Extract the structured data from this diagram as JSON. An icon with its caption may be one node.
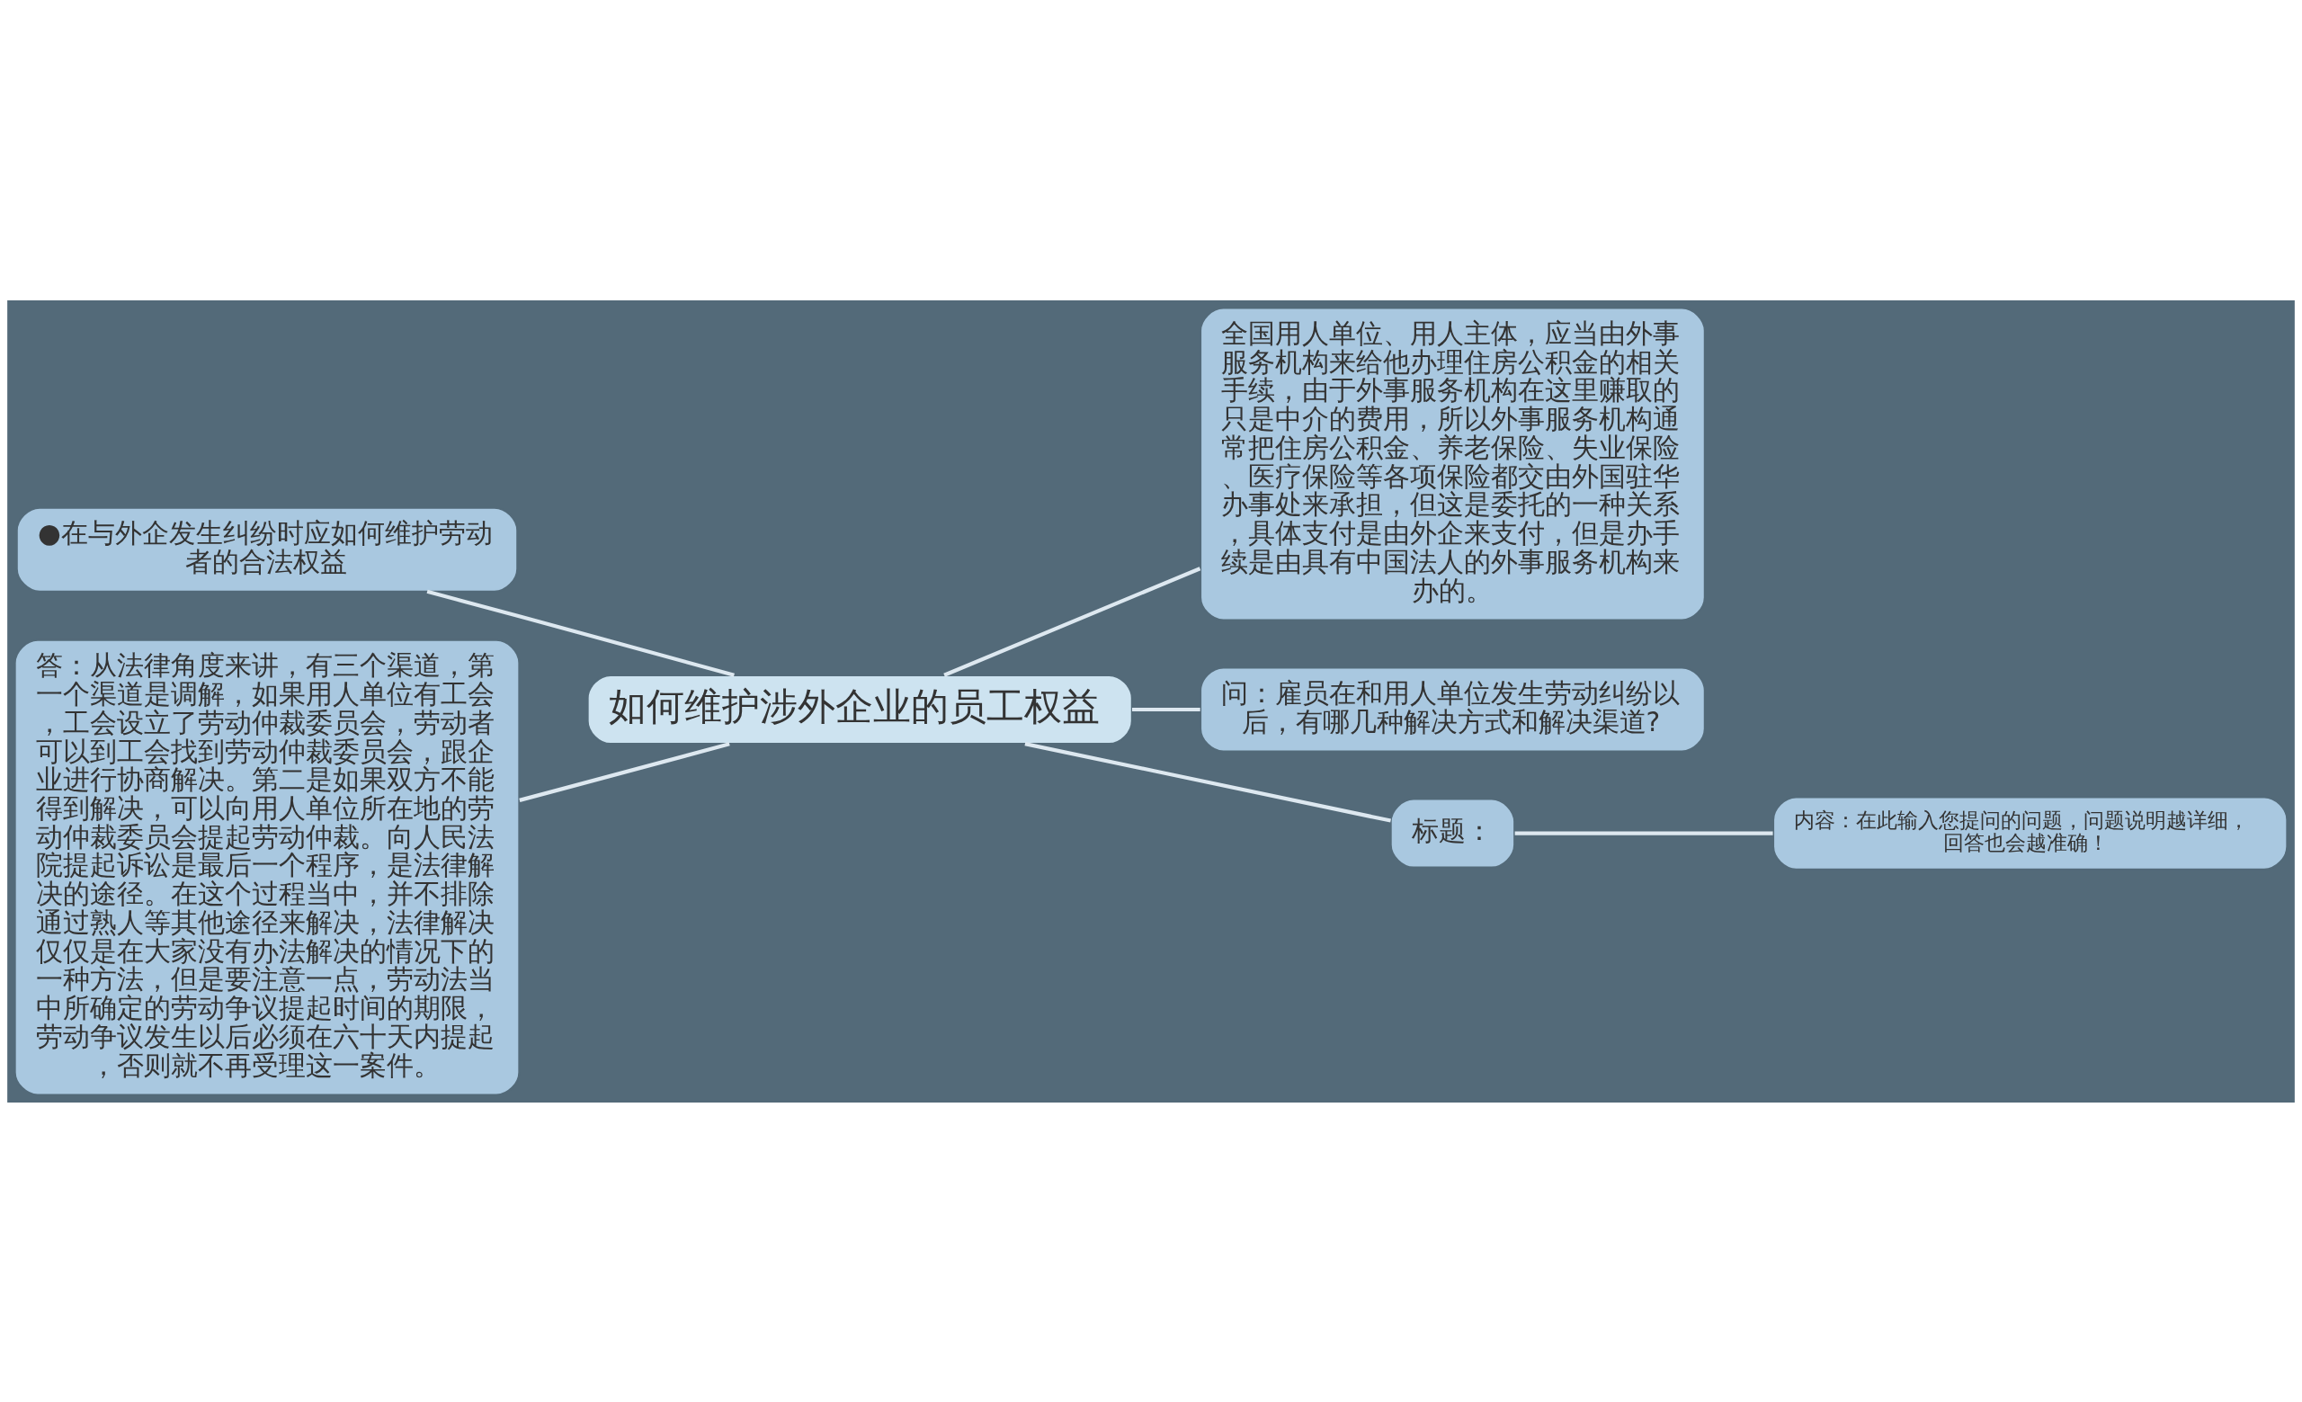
{
  "diagram": {
    "nodes": [
      {
        "text": [
          "如何维护涉外企业的员工权益"
        ]
      },
      {
        "text": [
          "●在与外企发生纠纷时应如何维护劳动者的合法权益"
        ]
      },
      {
        "text": [
          "答：从法律角度来讲，有三个渠道，第一个渠道是调解，如果用人单位有工会，工会设立了劳动仲裁委员会，劳动者可以到工会找到劳动仲裁委员会，跟企业进行协商解决。第二是如果双方不能得到解决，可以向用人单位所在地的劳动仲裁委员会提起劳动仲裁。向人民法院提起诉讼是最后一个程序，是法律解决的途径。在这个过程当中，并不排除通过熟人等其他途径来解决，法律解决仅仅是在大家没有办法解决的情况下的一种方法，但是要注意一点，劳动法当中所确定的劳动争议提起时间的期限，劳动争议发生以后必须在六十天内提起，否则就不再受理这一案件。"
        ]
      },
      {
        "text": [
          "全国用人单位、用人主体，应当由外事服务机构来给他办理住房公积金的相关手续，由于外事服务机构在这里赚取的只是中介的费用，所以外事服务机构通常把住房公积金、养老保险、失业保险、医疗保险等各项保险都交由外国驻华办事处来承担，但这是委托的一种关系，具体支付是由外企来支付，但是办手续是由具有中国法人的外事服务机构来办的。"
        ]
      },
      {
        "text": [
          "问：雇员在和用人单位发生劳动纠纷以后，有哪几种解决方式和解决渠道?"
        ]
      },
      {
        "text": [
          "标题："
        ]
      },
      {
        "text": [
          "内容：在此输入您提问的问题，问题说明越详细，回答也会越准确！"
        ]
      }
    ],
    "edges": [
      {
        "from": 0,
        "to": 1,
        "arrow": "none"
      },
      {
        "from": 0,
        "to": 2,
        "arrow": "none"
      },
      {
        "from": 0,
        "to": 3,
        "arrow": "none"
      },
      {
        "from": 0,
        "to": 4,
        "arrow": "none"
      },
      {
        "from": 0,
        "to": 5,
        "arrow": "none"
      },
      {
        "from": 5,
        "to": 6,
        "arrow": "none"
      }
    ]
  }
}
